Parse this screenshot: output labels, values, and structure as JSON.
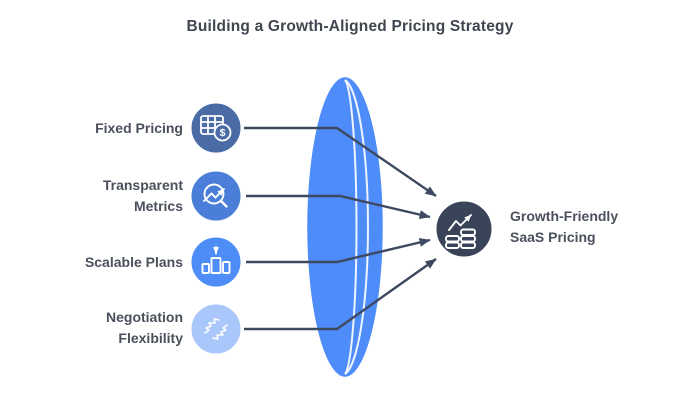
{
  "title": "Building a Growth-Aligned Pricing Strategy",
  "items": [
    {
      "label": "Fixed Pricing",
      "lines": [
        "Fixed Pricing",
        ""
      ],
      "icon": "pricing-table-icon",
      "color": "#4a6ba5"
    },
    {
      "label": "Transparent Metrics",
      "lines": [
        "Transparent",
        "Metrics"
      ],
      "icon": "metrics-magnifier-icon",
      "color": "#4b7ed8"
    },
    {
      "label": "Scalable Plans",
      "lines": [
        "Scalable Plans",
        ""
      ],
      "icon": "scalable-podium-icon",
      "color": "#4e8df7"
    },
    {
      "label": "Negotiation Flexibility",
      "lines": [
        "Negotiation",
        "Flexibility"
      ],
      "icon": "flexibility-swirl-icon",
      "color": "#a9c7fb"
    }
  ],
  "result": {
    "label": "Growth-Friendly SaaS Pricing",
    "lines": [
      "Growth-Friendly",
      "SaaS Pricing"
    ],
    "icon": "growth-chart-coins-icon",
    "color": "#3a4459"
  },
  "glyphs": {
    "dollar": "$"
  },
  "colors": {
    "background": "#ffffff",
    "title_text": "#3f4650",
    "label_text": "#4a505c",
    "connector": "#3d4960",
    "lens_fill": "#4e8cf9",
    "lens_line": "#ffffff",
    "icon_stroke": "#ffffff"
  }
}
